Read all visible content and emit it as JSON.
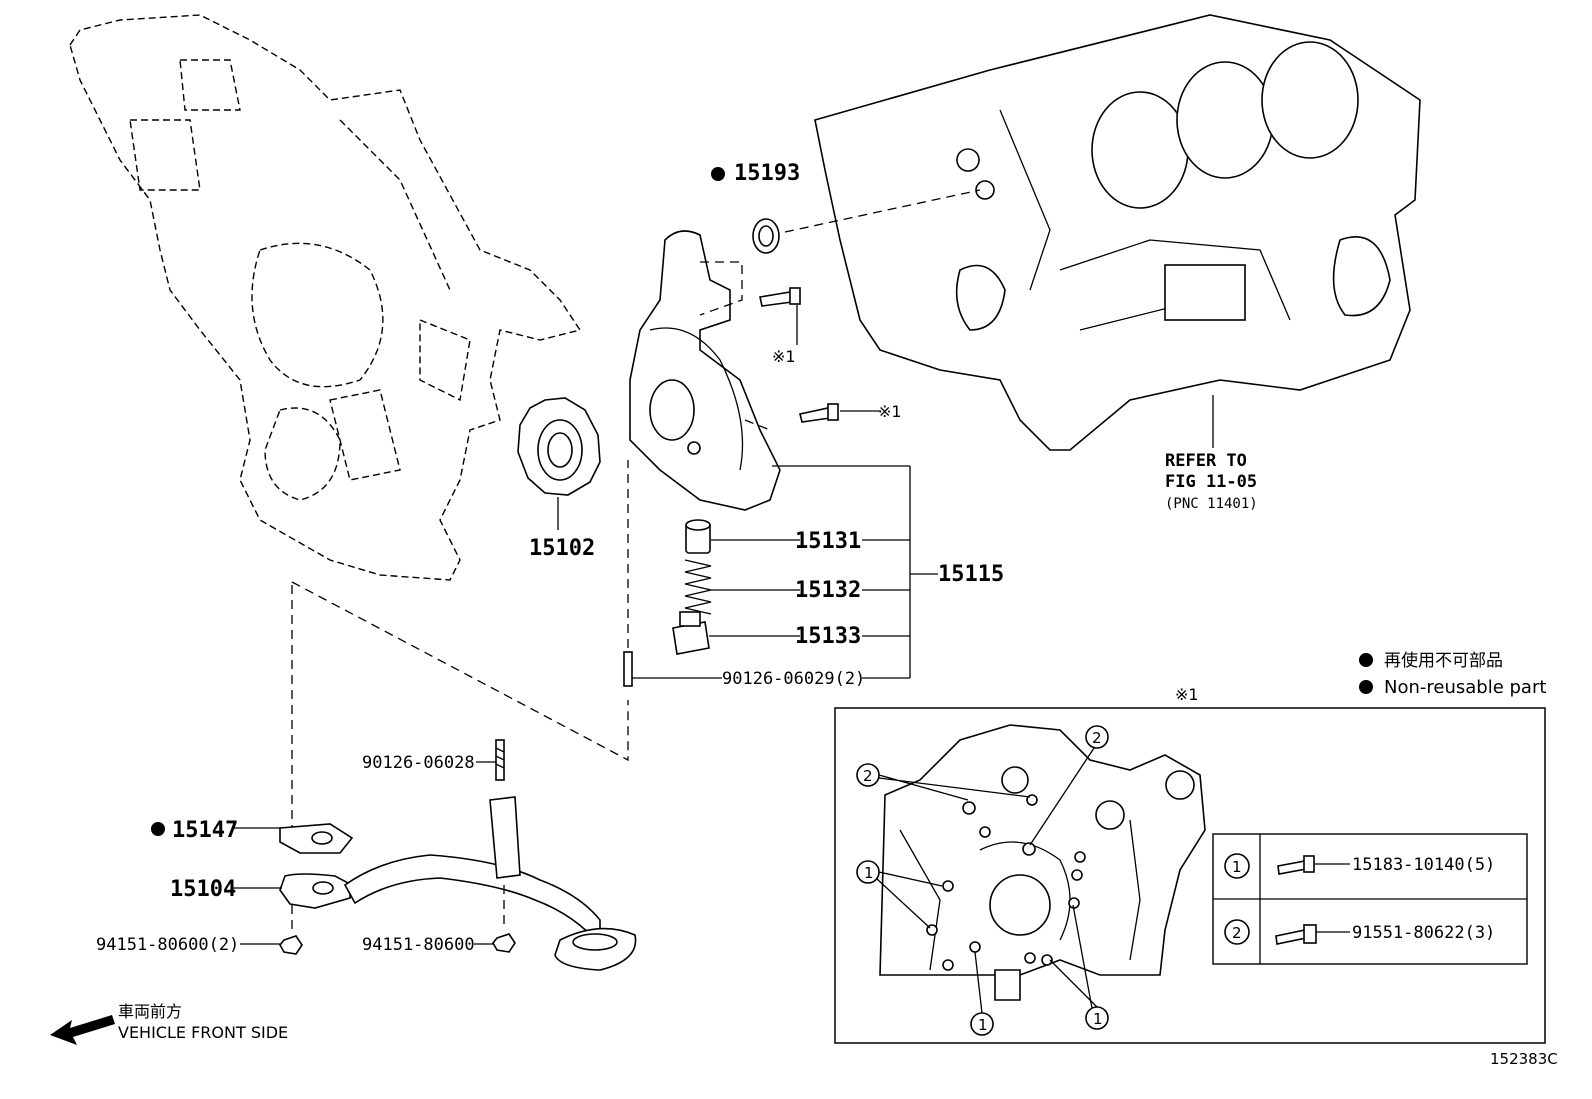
{
  "diagram_id": "152383C",
  "callouts": {
    "p15193": "15193",
    "p15102": "15102",
    "p15131": "15131",
    "p15132": "15132",
    "p15133": "15133",
    "p15115": "15115",
    "p90126_06029": "90126-06029(2)",
    "p90126_06028": "90126-06028",
    "p15147": "15147",
    "p15104": "15104",
    "p94151_80600_2": "94151-80600(2)",
    "p94151_80600": "94151-80600",
    "note_ref_a": "※1",
    "note_ref_b": "※1",
    "note_ref_box": "※1"
  },
  "refer": {
    "line1": "REFER TO",
    "line2": "FIG 11-05",
    "line3": "(PNC 11401)"
  },
  "legend": {
    "jp": "再使用不可部品",
    "en": "Non-reusable part"
  },
  "direction": {
    "jp": "車両前方",
    "en": "VEHICLE FRONT SIDE"
  },
  "bolt_table": [
    {
      "marker": "1",
      "part": "15183-10140(5)"
    },
    {
      "marker": "2",
      "part": "91551-80622(3)"
    }
  ],
  "inset_markers": [
    "2",
    "2",
    "1",
    "1",
    "1"
  ]
}
